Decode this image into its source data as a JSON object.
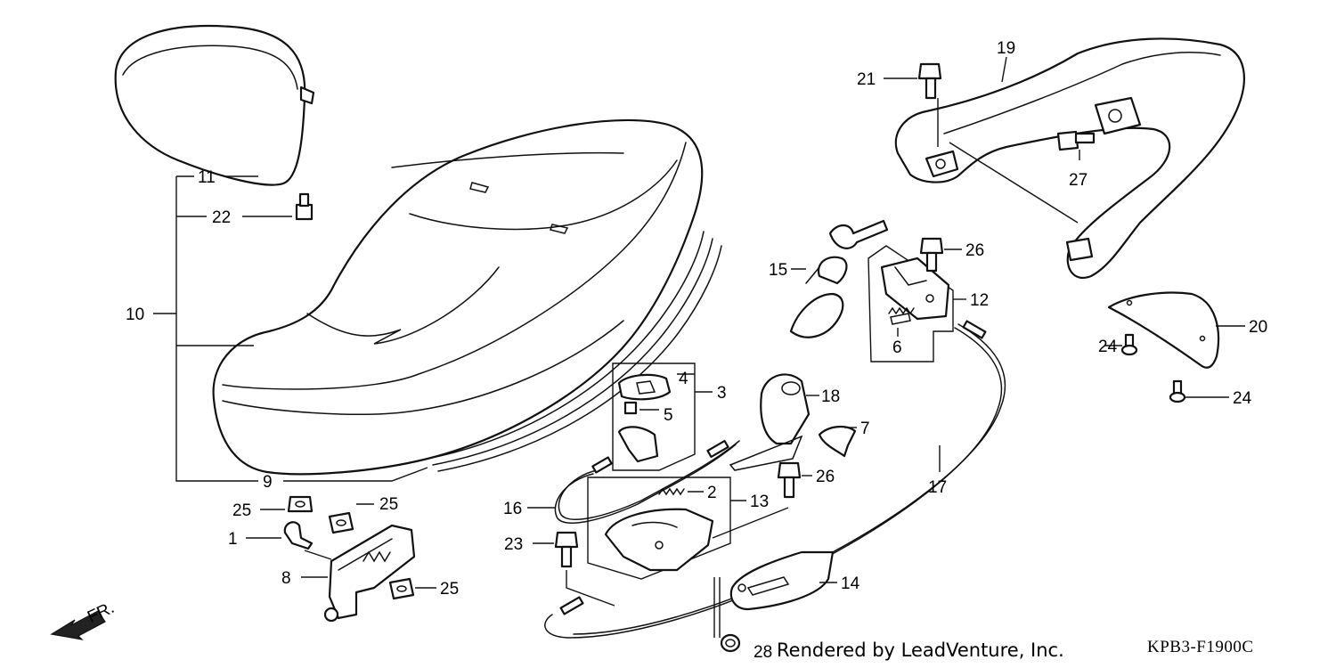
{
  "labels": {
    "p1": "1",
    "p2": "2",
    "p3": "3",
    "p4": "4",
    "p5": "5",
    "p6": "6",
    "p7": "7",
    "p8": "8",
    "p9": "9",
    "p10": "10",
    "p11": "11",
    "p12": "12",
    "p13": "13",
    "p14": "14",
    "p15": "15",
    "p16": "16",
    "p17": "17",
    "p18": "18",
    "p19": "19",
    "p20": "20",
    "p21": "21",
    "p22": "22",
    "p23": "23",
    "p24a": "24",
    "p24b": "24",
    "p25a": "25",
    "p25b": "25",
    "p25c": "25",
    "p26a": "26",
    "p26b": "26",
    "p27": "27",
    "p28": "28"
  },
  "front_indicator": "FR.",
  "credit": "Rendered by LeadVenture, Inc.",
  "diagram_code": "KPB3-F1900C"
}
